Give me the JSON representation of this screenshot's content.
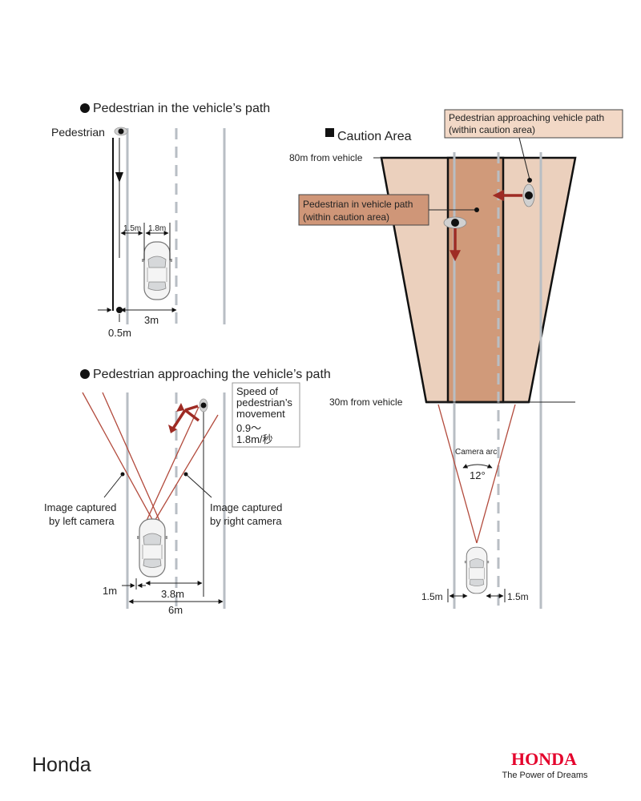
{
  "diagram1": {
    "title": "Pedestrian in the vehicle’s path",
    "pedestrian_label": "Pedestrian",
    "dim_1_5": "1.5m",
    "dim_1_8": "1.8m",
    "dim_3": "3m",
    "dim_0_5": "0.5m"
  },
  "diagram2": {
    "title": "Pedestrian approaching the vehicle’s path",
    "speed_line1": "Speed of",
    "speed_line2": "pedestrian’s",
    "speed_line3": "movement",
    "speed_value1": "0.9～",
    "speed_value2": "1.8m/秒",
    "left_camera_line1": "Image captured",
    "left_camera_line2": "by left camera",
    "right_camera_line1": "Image captured",
    "right_camera_line2": "by right camera",
    "dim_1": "1m",
    "dim_3_8": "3.8m",
    "dim_6": "6m"
  },
  "diagram3": {
    "title": "Caution Area",
    "callout_approaching_line1": "Pedestrian approaching vehicle path",
    "callout_approaching_line2": "(within caution area)",
    "callout_in_path_line1": "Pedestrian in vehicle path",
    "callout_in_path_line2": "(within caution area)",
    "label_80m": "80m from vehicle",
    "label_30m": "30m from vehicle",
    "camera_arc": "Camera arc",
    "angle": "12°",
    "dim_left": "1.5m",
    "dim_right": "1.5m"
  },
  "footer": {
    "brand_text": "Honda",
    "logo_text": "HONDA",
    "tagline": "The Power of Dreams"
  },
  "colors": {
    "caution_light": "#ebd0bd",
    "caution_dark": "#d09a7a",
    "callout_light": "#f2d8c6",
    "callout_dark": "#cf9678",
    "arrow_red": "#9e2b24",
    "honda_red": "#e4002b",
    "lane_gray": "#b8bec4"
  }
}
